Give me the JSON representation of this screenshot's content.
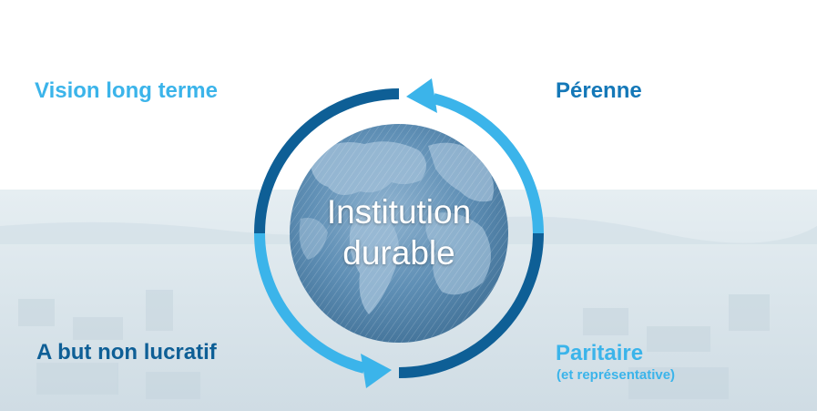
{
  "labels": {
    "top_left": "Vision long terme",
    "top_right": "Pérenne",
    "bottom_left": "A but non lucratif",
    "bottom_right": "Paritaire",
    "bottom_right_sub": "(et représentative)"
  },
  "center": {
    "line1": "Institution",
    "line2": "durable"
  },
  "colors": {
    "light_blue": "#3bb4ea",
    "mid_blue": "#1478b8",
    "dark_blue": "#0e5f96",
    "globe_blue": "#5f8fb5"
  },
  "icons": [
    "globe-icon",
    "cycle-arrow-icon"
  ]
}
